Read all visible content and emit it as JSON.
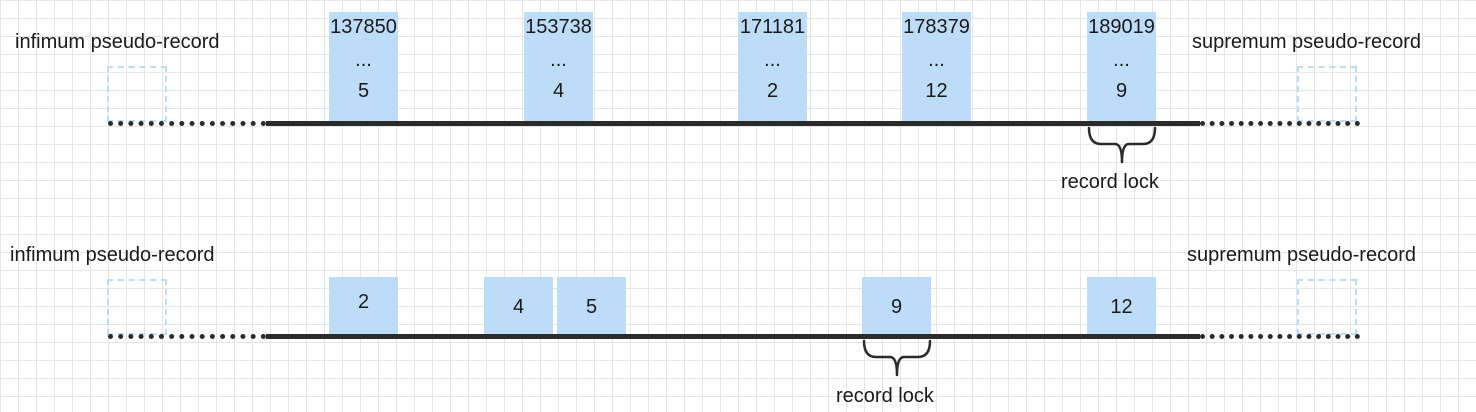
{
  "top": {
    "infimum_label": "infimum pseudo-record",
    "supremum_label": "supremum pseudo-record",
    "records": [
      {
        "key": "137850",
        "ellipsis": "...",
        "value": "5"
      },
      {
        "key": "153738",
        "ellipsis": "...",
        "value": "4"
      },
      {
        "key": "171181",
        "ellipsis": "...",
        "value": "2"
      },
      {
        "key": "178379",
        "ellipsis": "...",
        "value": "12"
      },
      {
        "key": "189019",
        "ellipsis": "...",
        "value": "9"
      }
    ],
    "lock_label": "record lock"
  },
  "bottom": {
    "infimum_label": "infimum pseudo-record",
    "supremum_label": "supremum pseudo-record",
    "records": [
      {
        "value": "2"
      },
      {
        "value": "4"
      },
      {
        "value": "5"
      },
      {
        "value": "9"
      },
      {
        "value": "12"
      }
    ],
    "lock_label": "record lock"
  },
  "colors": {
    "record_fill": "#bcdcf7",
    "line": "#2b2b2b",
    "grid": "#e6e6e6"
  }
}
